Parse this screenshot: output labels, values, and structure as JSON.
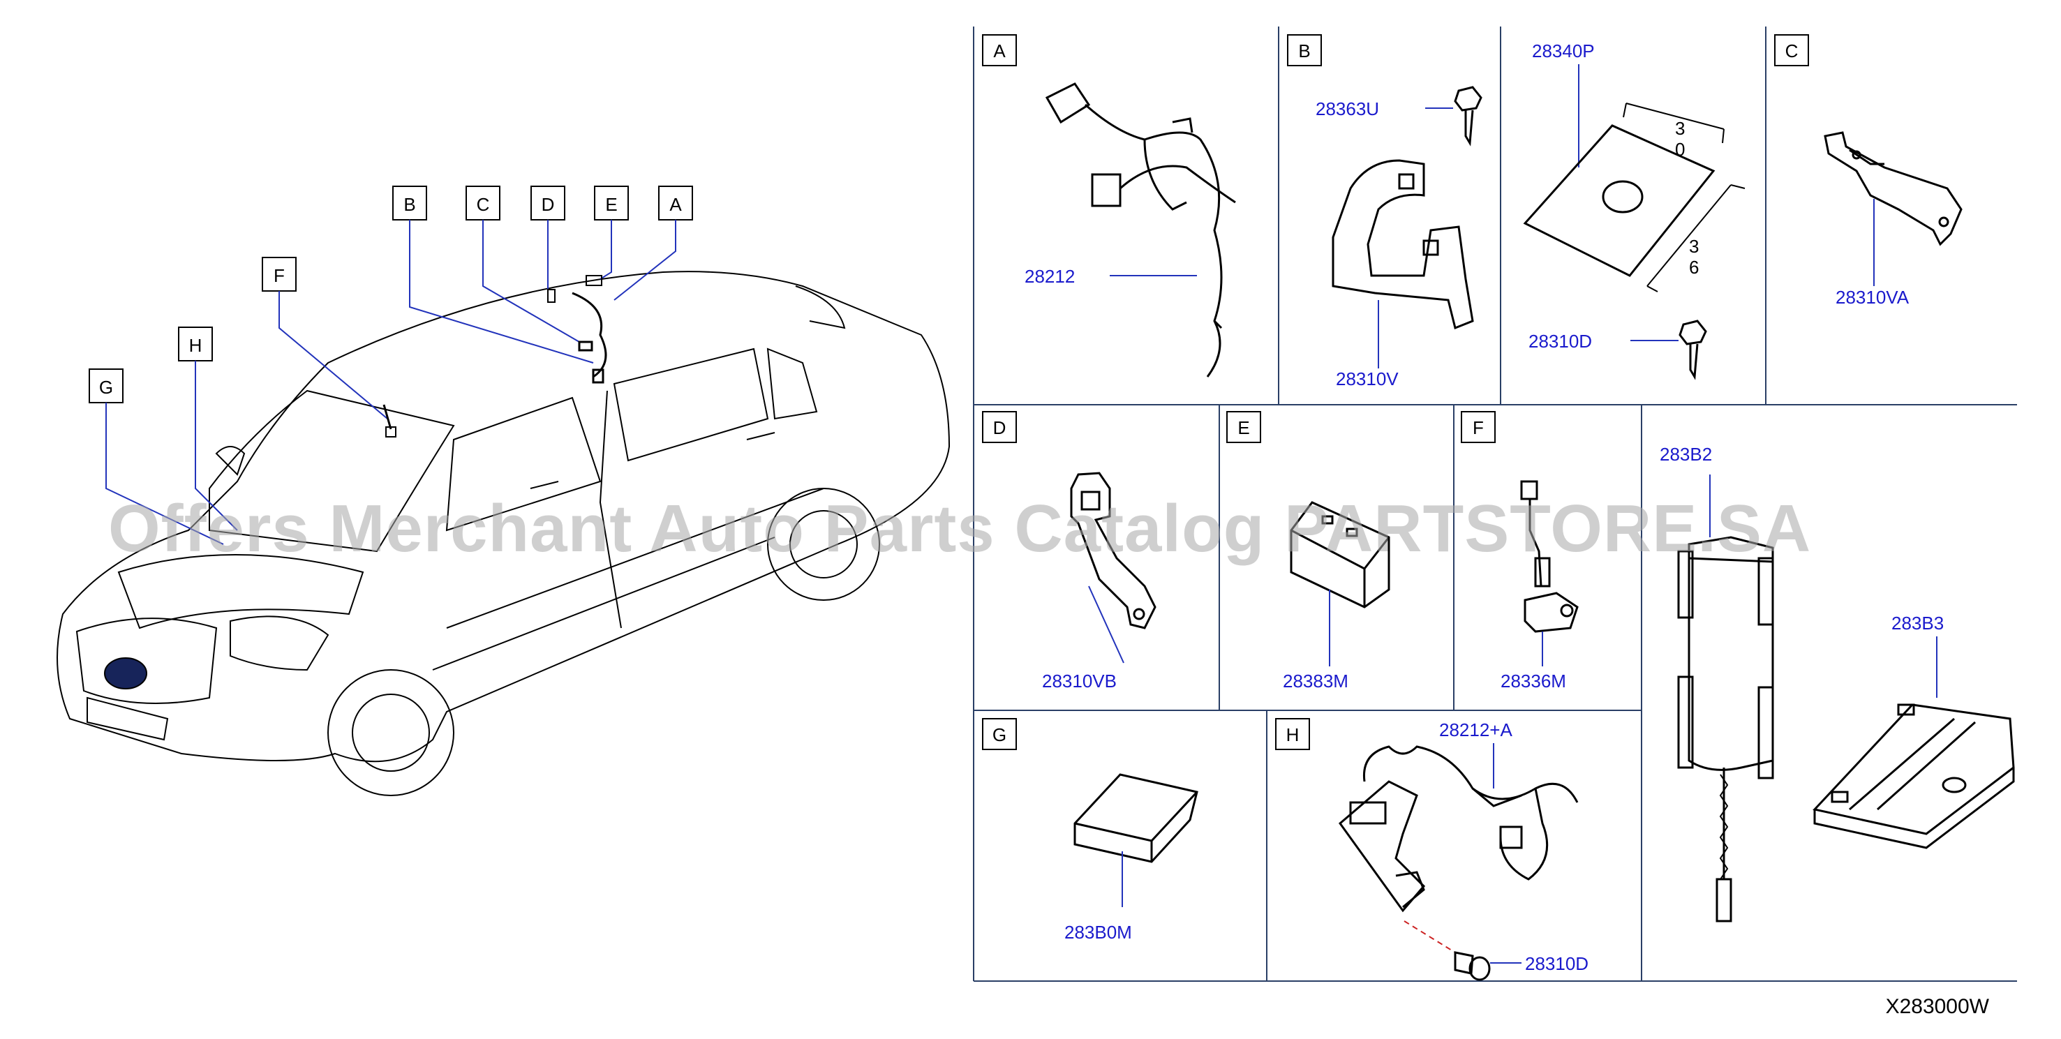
{
  "car_callouts": [
    {
      "letter": "A"
    },
    {
      "letter": "B"
    },
    {
      "letter": "C"
    },
    {
      "letter": "D"
    },
    {
      "letter": "E"
    },
    {
      "letter": "F"
    },
    {
      "letter": "G"
    },
    {
      "letter": "H"
    }
  ],
  "panels": {
    "A": {
      "letter": "A",
      "parts": [
        "28212"
      ]
    },
    "B": {
      "letter": "B",
      "parts": [
        "28363U",
        "28310V"
      ]
    },
    "P": {
      "parts": [
        "28340P",
        "28310D"
      ],
      "dims": [
        "3",
        "0",
        "3",
        "6"
      ]
    },
    "C": {
      "letter": "C",
      "parts": [
        "28310VA"
      ]
    },
    "D": {
      "letter": "D",
      "parts": [
        "28310VB"
      ]
    },
    "E": {
      "letter": "E",
      "parts": [
        "28383M"
      ]
    },
    "F": {
      "letter": "F",
      "parts": [
        "28336M"
      ]
    },
    "R": {
      "parts": [
        "283B2",
        "283B3"
      ]
    },
    "G": {
      "letter": "G",
      "parts": [
        "283B0M"
      ]
    },
    "H": {
      "letter": "H",
      "parts": [
        "28212+A",
        "28310D"
      ]
    }
  },
  "watermark": "Offers Merchant Auto Parts Catalog PARTSTORE.SA",
  "diagram_code": "X283000W",
  "colors": {
    "part_number": "#1a1acc",
    "grid": "#2a3f66",
    "watermark": "#a8a8a8"
  }
}
